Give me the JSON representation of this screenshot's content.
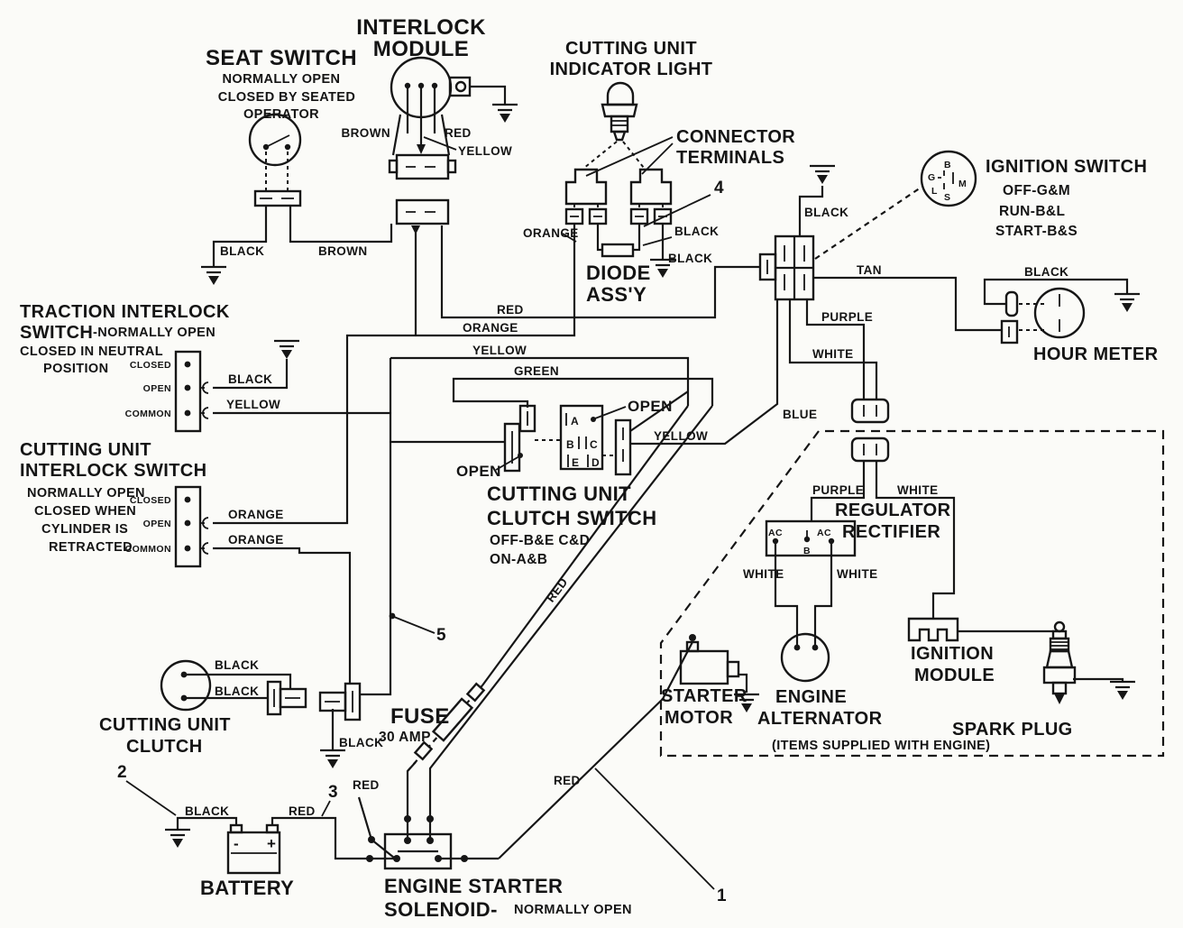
{
  "wires": {
    "black": "BLACK",
    "brown": "BROWN",
    "red": "RED",
    "orange": "ORANGE",
    "yellow": "YELLOW",
    "green": "GREEN",
    "blue": "BLUE",
    "purple": "PURPLE",
    "white": "WHITE",
    "tan": "TAN"
  },
  "callouts": {
    "n1": "1",
    "n2": "2",
    "n3": "3",
    "n4": "4",
    "n5": "5"
  },
  "components": {
    "interlock_module": {
      "name1": "INTERLOCK",
      "name2": "MODULE"
    },
    "seat_switch": {
      "name": "SEAT SWITCH",
      "note1": "NORMALLY OPEN",
      "note2": "CLOSED BY SEATED",
      "note3": "OPERATOR"
    },
    "cutting_unit_indicator_light": {
      "name1": "CUTTING UNIT",
      "name2": "INDICATOR LIGHT"
    },
    "connector_terminals": {
      "name1": "CONNECTOR",
      "name2": "TERMINALS"
    },
    "diode_assy": {
      "name1": "DIODE",
      "name2": "ASS'Y"
    },
    "ignition_switch": {
      "name": "IGNITION SWITCH",
      "pos_off": "OFF-G&M",
      "pos_run": "RUN-B&L",
      "pos_start": "START-B&S",
      "pins": {
        "b": "B",
        "g": "G",
        "l": "L",
        "m": "M",
        "s": "S"
      }
    },
    "hour_meter": {
      "name": "HOUR METER"
    },
    "traction_interlock_switch": {
      "name1": "TRACTION INTERLOCK",
      "name2": "SWITCH",
      "note0": "-NORMALLY OPEN",
      "note1": "CLOSED IN NEUTRAL",
      "note2": "POSITION",
      "t_closed": "CLOSED",
      "t_open": "OPEN",
      "t_common": "COMMON"
    },
    "cutting_unit_interlock_switch": {
      "name1": "CUTTING UNIT",
      "name2": "INTERLOCK SWITCH",
      "note1": "NORMALLY OPEN",
      "note2": "CLOSED WHEN",
      "note3": "CYLINDER IS",
      "note4": "RETRACTED",
      "t_closed": "CLOSED",
      "t_open": "OPEN",
      "t_common": "COMMON"
    },
    "cutting_unit_clutch_switch": {
      "name1": "CUTTING UNIT",
      "name2": "CLUTCH SWITCH",
      "note1": "OFF-B&E C&D",
      "note2": "ON-A&B",
      "open_label": "OPEN",
      "pin_a": "A",
      "pin_b": "B",
      "pin_c": "C",
      "pin_d": "D",
      "pin_e": "E"
    },
    "regulator_rectifier": {
      "name1": "REGULATOR",
      "name2": "RECTIFIER",
      "pin_ac": "AC",
      "pin_b": "B"
    },
    "starter_motor": {
      "name1": "STARTER",
      "name2": "MOTOR"
    },
    "engine_alternator": {
      "name1": "ENGINE",
      "name2": "ALTERNATOR"
    },
    "ignition_module": {
      "name1": "IGNITION",
      "name2": "MODULE"
    },
    "spark_plug": {
      "name": "SPARK PLUG"
    },
    "engine_items_note": "(ITEMS SUPPLIED WITH ENGINE)",
    "battery": {
      "name": "BATTERY",
      "neg": "-",
      "pos": "+"
    },
    "engine_starter_solenoid": {
      "name1": "ENGINE STARTER",
      "name2": "SOLENOID-",
      "note": "NORMALLY OPEN"
    },
    "fuse": {
      "name": "FUSE",
      "rating": "30 AMP"
    },
    "cutting_unit_clutch": {
      "name1": "CUTTING UNIT",
      "name2": "CLUTCH"
    }
  }
}
